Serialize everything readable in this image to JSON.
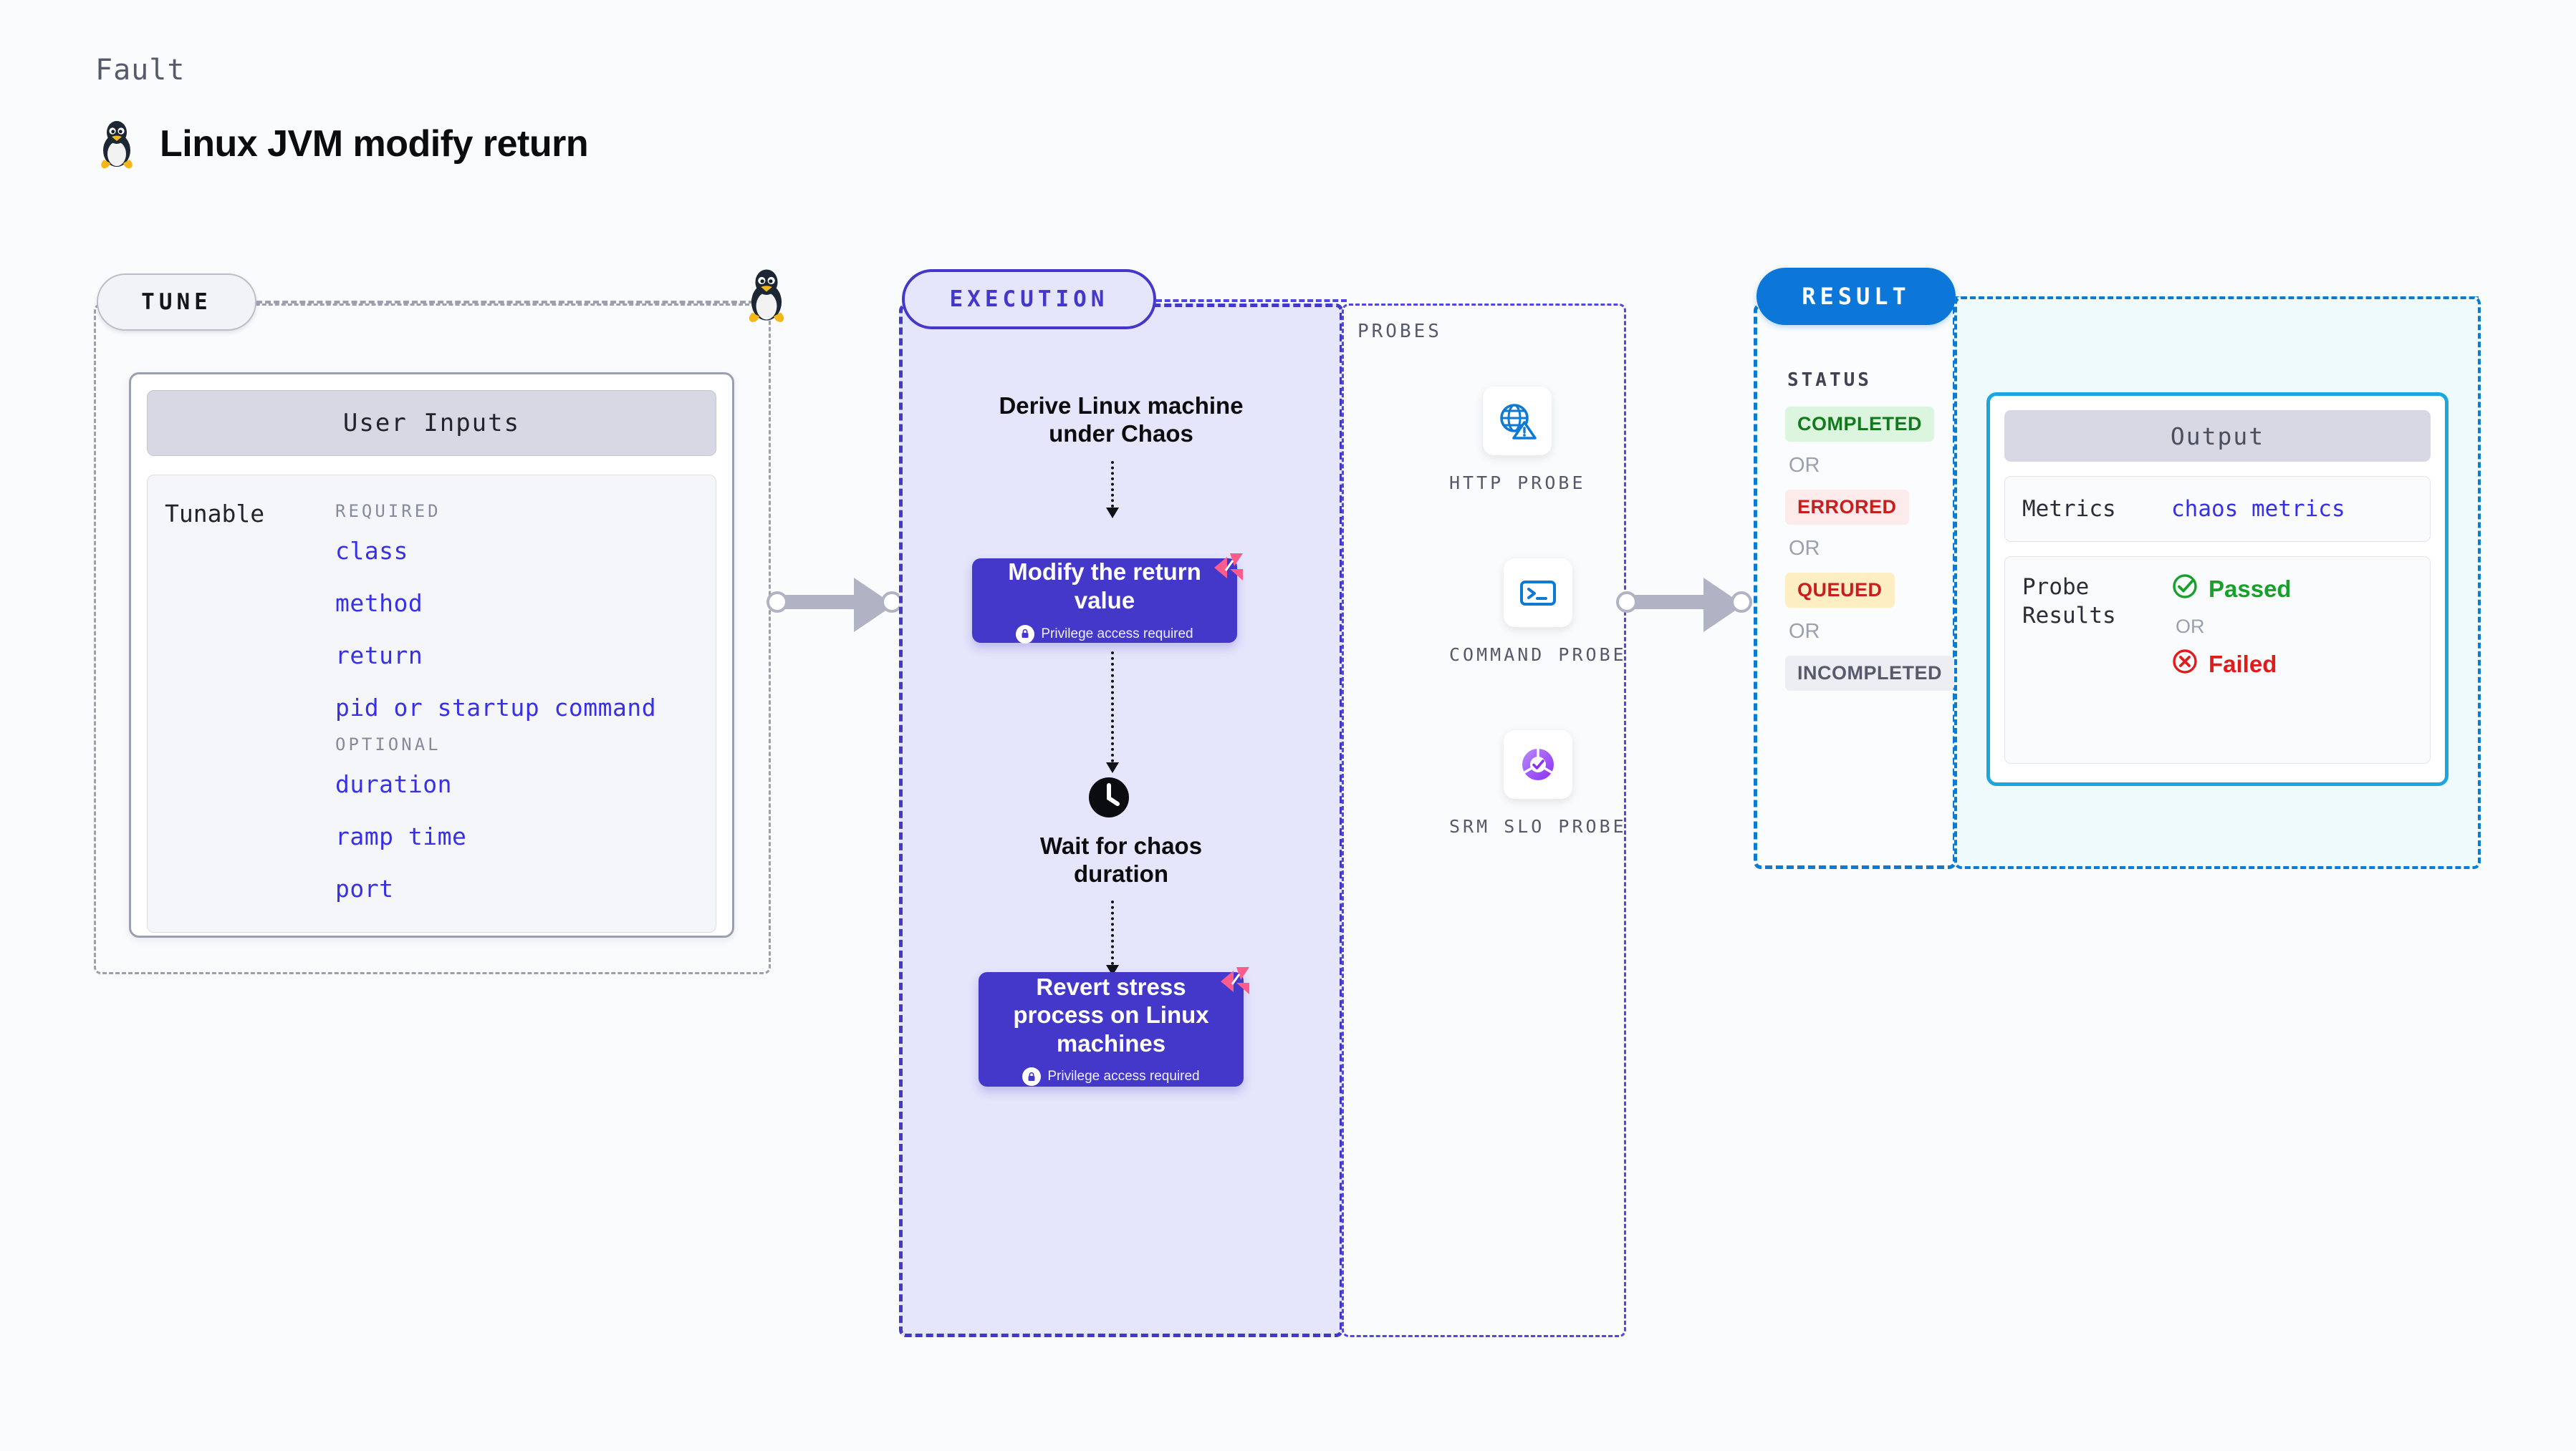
{
  "header": {
    "eyebrow": "Fault",
    "title": "Linux JVM modify return",
    "icon": "linux-tux-icon"
  },
  "tune": {
    "pill_label": "TUNE",
    "edge_icon": "linux-tux-icon",
    "card": {
      "header": "User Inputs",
      "row_label": "Tunable",
      "groups": [
        {
          "title": "REQUIRED",
          "items": [
            "class",
            "method",
            "return",
            "pid or startup command"
          ]
        },
        {
          "title": "OPTIONAL",
          "items": [
            "duration",
            "ramp time",
            "port"
          ]
        }
      ]
    }
  },
  "execution": {
    "pill_label": "EXECUTION",
    "steps": [
      {
        "kind": "text",
        "label": "Derive Linux machine under Chaos"
      },
      {
        "kind": "card",
        "label": "Modify the return value",
        "badge": "Privilege access required",
        "badge_icon": "lock-icon",
        "corner_icon": "litmus-logo-icon"
      },
      {
        "kind": "wait",
        "label": "Wait for chaos duration",
        "icon": "clock-icon"
      },
      {
        "kind": "card",
        "label": "Revert stress process on Linux machines",
        "badge": "Privilege access required",
        "badge_icon": "lock-icon",
        "corner_icon": "litmus-logo-icon"
      }
    ]
  },
  "probes": {
    "title": "PROBES",
    "items": [
      {
        "name": "HTTP PROBE",
        "icon": "globe-warning-icon"
      },
      {
        "name": "COMMAND PROBE",
        "icon": "terminal-icon"
      },
      {
        "name": "SRM SLO PROBE",
        "icon": "slo-donut-check-icon"
      }
    ]
  },
  "result": {
    "pill_label": "RESULT",
    "status_title": "STATUS",
    "or_label": "OR",
    "statuses": [
      {
        "label": "COMPLETED",
        "style": "st-completed"
      },
      {
        "label": "ERRORED",
        "style": "st-errored"
      },
      {
        "label": "QUEUED",
        "style": "st-queued"
      },
      {
        "label": "INCOMPLETED",
        "style": "st-incomplete"
      }
    ],
    "output": {
      "header": "Output",
      "metrics_key": "Metrics",
      "metrics_value": "chaos metrics",
      "probe_key": "Probe Results",
      "passed_label": "Passed",
      "failed_label": "Failed",
      "or_label": "OR",
      "passed_icon": "check-circle-icon",
      "failed_icon": "x-circle-icon"
    }
  },
  "colors": {
    "indigo": "#4338ca",
    "indigo_fill": "#e5e5fb",
    "blue": "#0c77d8",
    "cyan_border": "#1ba6e0",
    "cyan_fill": "#effafd",
    "link_blue": "#3730e8",
    "gray_dash": "#9aa0ad",
    "pink_logo": "#fb5c8c",
    "green": "#18a02c",
    "red": "#e01b1b"
  }
}
